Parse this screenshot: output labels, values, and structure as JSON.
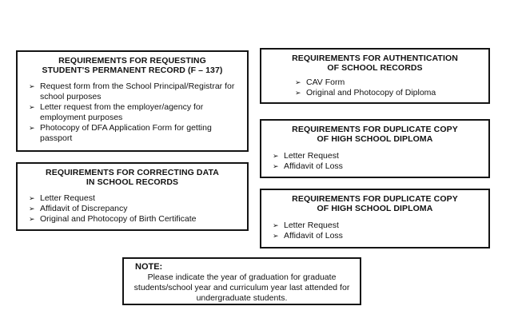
{
  "document": {
    "background": "#ffffff",
    "ink": "#121212",
    "border_color": "#141414"
  },
  "glyphs": {
    "bullet": "➢"
  },
  "boxes": {
    "permanent_record": {
      "title_line1": "REQUIREMENTS FOR REQUESTING",
      "title_line2": "STUDENT'S PERMANENT RECORD (F – 137)",
      "items": [
        "Request form from the School Principal/Registrar for school purposes",
        "Letter request from the employer/agency for employment purposes",
        "Photocopy of DFA Application Form for getting passport"
      ]
    },
    "correcting_data": {
      "title_line1": "REQUIREMENTS FOR CORRECTING DATA",
      "title_line2": "IN SCHOOL RECORDS",
      "items": [
        "Letter Request",
        "Affidavit of Discrepancy",
        "Original and Photocopy of Birth Certificate"
      ]
    },
    "authentication": {
      "title_line1": "REQUIREMENTS FOR AUTHENTICATION",
      "title_line2": "OF SCHOOL RECORDS",
      "items": [
        "CAV Form",
        "Original and Photocopy of Diploma"
      ]
    },
    "duplicate_diploma_1": {
      "title_line1": "REQUIREMENTS FOR DUPLICATE COPY",
      "title_line2": "OF HIGH SCHOOL DIPLOMA",
      "items": [
        "Letter Request",
        "Affidavit of Loss"
      ]
    },
    "duplicate_diploma_2": {
      "title_line1": "REQUIREMENTS FOR DUPLICATE COPY",
      "title_line2": "OF HIGH SCHOOL DIPLOMA",
      "items": [
        "Letter Request",
        "Affidavit of Loss"
      ]
    }
  },
  "note": {
    "label": "NOTE:",
    "text": "Please indicate the year of graduation for graduate students/school year and curriculum year last attended for undergraduate students."
  }
}
